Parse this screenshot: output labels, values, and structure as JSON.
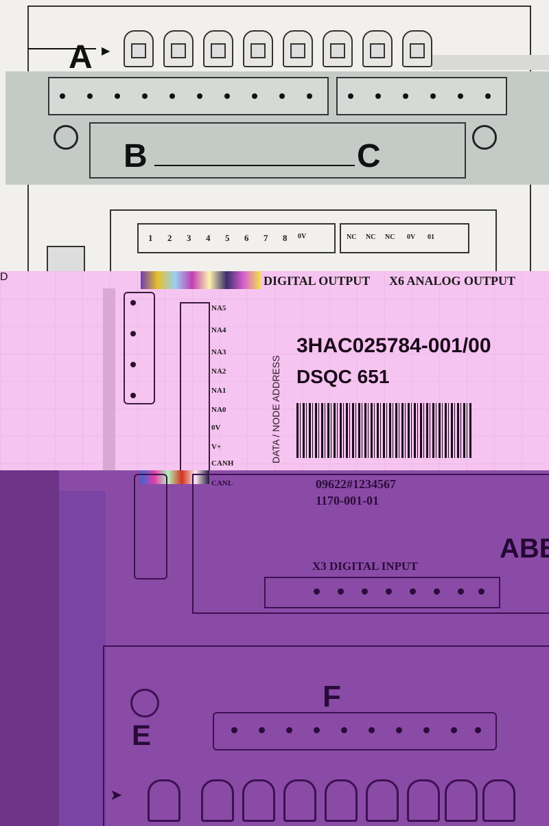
{
  "labels": {
    "a": "A",
    "b": "B",
    "c": "C",
    "d": "D",
    "e": "E",
    "f": "F"
  },
  "status_strip": {
    "numbers": [
      "1",
      "2",
      "3",
      "4",
      "5",
      "6",
      "7",
      "8"
    ],
    "power": "0V",
    "nc": [
      "NC",
      "NC",
      "NC"
    ],
    "misc": [
      "0V",
      "01"
    ]
  },
  "headings": {
    "digital_output": "DIGITAL OUTPUT",
    "analog_output": "X6 ANALOG OUTPUT",
    "digital_input": "X3 DIGITAL INPUT"
  },
  "address_pins": [
    "NA5",
    "NA4",
    "NA3",
    "NA2",
    "NA1",
    "NA0",
    "0V",
    "V+",
    "CANH"
  ],
  "canl_pins": [
    "CANL"
  ],
  "vertical_label": "DATA / NODE ADDRESS",
  "module": {
    "part_number": "3HAC025784-001/00",
    "model": "DSQC 651",
    "serial": "09622#1234567",
    "rev": "1170-001-01"
  },
  "brand": "ABB",
  "colors": {
    "top": "#f2f0ec",
    "pink": "#f6c4f0",
    "purple": "#8a4ba6"
  }
}
